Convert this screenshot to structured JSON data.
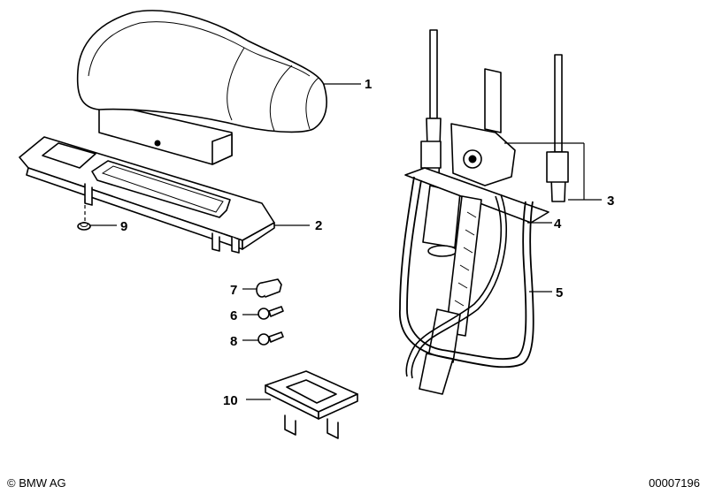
{
  "labels": {
    "p1": "1",
    "p2": "2",
    "p3": "3",
    "p4": "4",
    "p5": "5",
    "p6": "6",
    "p7": "7",
    "p8": "8",
    "p9": "9",
    "p10": "10"
  },
  "footer": {
    "copyright": "© BMW AG",
    "code": "00007196"
  }
}
